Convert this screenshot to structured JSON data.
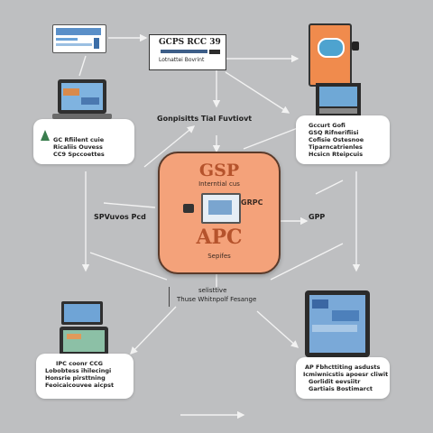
{
  "hub": {
    "title": "GSP",
    "subtitle": "Interntial cus",
    "badge": "GRPC",
    "big": "APC",
    "footer": "Sepifes"
  },
  "labels": {
    "top_center": "Gonpisitts Tial Fuvtiovt",
    "left_mid": "SPVuvos Pcd",
    "right_mid": "GPP",
    "bottom_center_1": "selisttive",
    "bottom_center_2": "Thuse Whitnpolf Fesange"
  },
  "top_box": {
    "line1": "GCPS RCC 39",
    "line2": "Lotnattei Bovrint"
  },
  "cards": {
    "top_left": {
      "lines": [
        "GC Rfiilent cuie",
        "Ricaliis Ouvess",
        "CC9 Spccoettes"
      ]
    },
    "top_right": {
      "lines": [
        "Gccurt Gofi",
        "GSQ Rifnerifiisi",
        "Cofisie Ostesnoe",
        "Tiparncatrienles",
        "Hcsicn Rteipcuis"
      ]
    },
    "bottom_left": {
      "lines": [
        "IPC coonr CCG",
        "Lobobtess ihilecingi",
        "Honsrie pirsttning",
        "Feoicaicouvee aicpst"
      ]
    },
    "bottom_right": {
      "lines": [
        "AP Fbhcttiting asdusts",
        "Icmiwnicstis apoesr cliwit",
        "Gorlidit eevsiitr",
        "Gartiais Bostimarct"
      ]
    }
  },
  "icons": [
    "monitor-icon",
    "laptop-icon",
    "cloud-icon",
    "tablet-icon",
    "gear-icon",
    "cube-icon"
  ]
}
